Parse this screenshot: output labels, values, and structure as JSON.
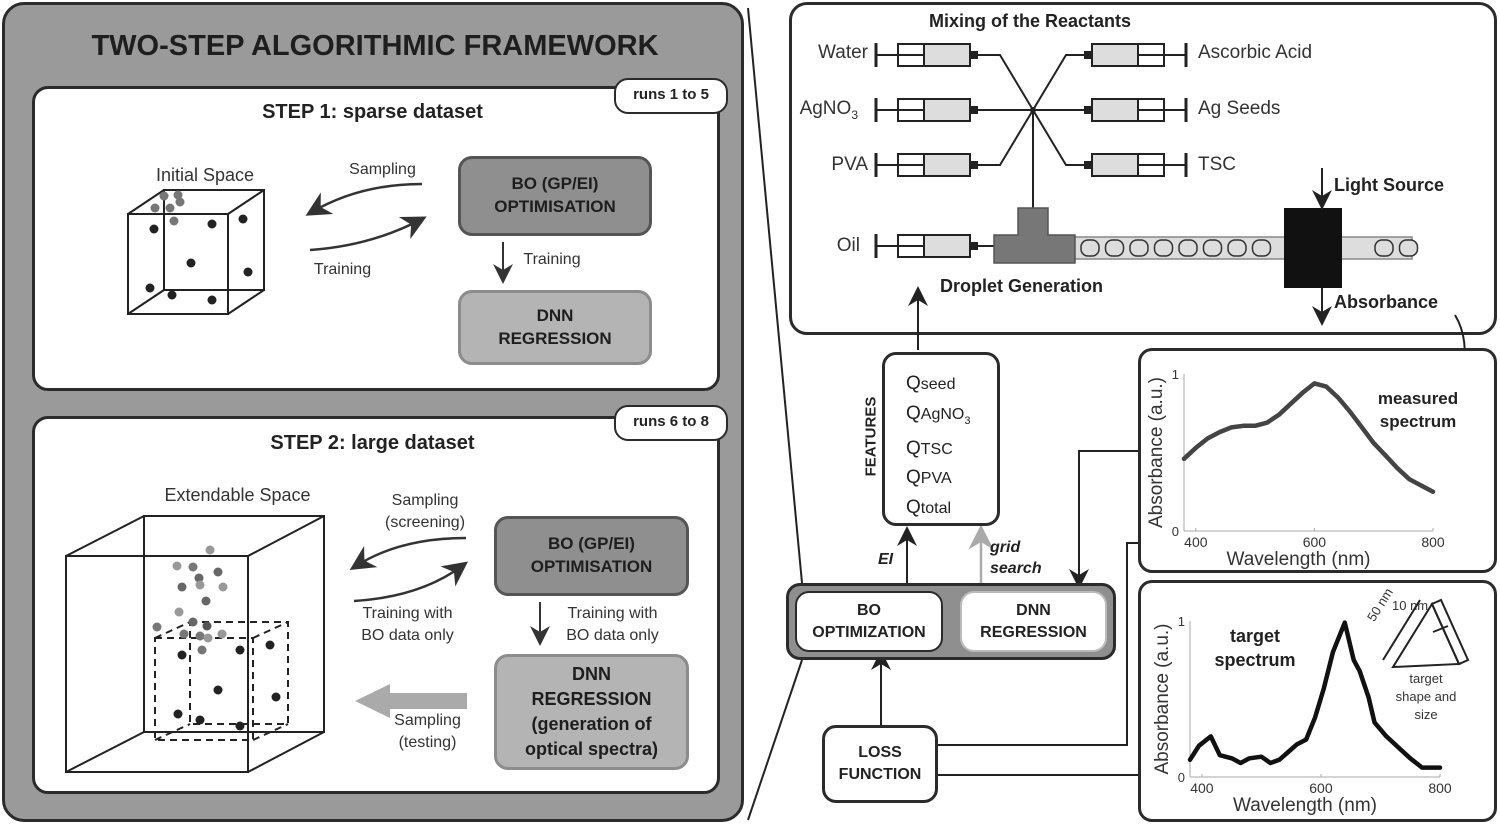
{
  "framework": {
    "title": "TWO-STEP ALGORITHMIC FRAMEWORK",
    "step1": {
      "badge": "runs 1 to 5",
      "title": "STEP 1: sparse dataset",
      "space_label": "Initial Space",
      "sampling_label": "Sampling",
      "training_label": "Training",
      "bo_box": [
        "BO (GP/EI)",
        "OPTIMISATION"
      ],
      "down_label": "Training",
      "dnn_box": [
        "DNN",
        "REGRESSION"
      ]
    },
    "step2": {
      "badge": "runs 6 to 8",
      "title": "STEP 2: large dataset",
      "space_label": "Extendable Space",
      "sampling_label": [
        "Sampling",
        "(screening)"
      ],
      "training_label": [
        "Training with",
        "BO data only"
      ],
      "bo_box": [
        "BO (GP/EI)",
        "OPTIMISATION"
      ],
      "down_label": [
        "Training with",
        "BO data only"
      ],
      "dnn_box": [
        "DNN",
        "REGRESSION",
        "(generation of",
        "optical spectra)"
      ],
      "testing_label": [
        "Sampling",
        "(testing)"
      ]
    }
  },
  "reactor": {
    "title": "Mixing of the Reactants",
    "left_reagents": [
      "Water",
      "AgNO",
      "PVA"
    ],
    "agno3_sub": "3",
    "right_reagents": [
      "Ascorbic Acid",
      "Ag Seeds",
      "TSC"
    ],
    "oil_label": "Oil",
    "droplet_label": "Droplet Generation",
    "light_label": "Light Source",
    "absorbance_label": "Absorbance"
  },
  "features": {
    "axis_label": "FEATURES",
    "items": [
      {
        "q": "Q",
        "sub": "seed"
      },
      {
        "q": "Q",
        "sub": "AgNO",
        "sub2": "3"
      },
      {
        "q": "Q",
        "sub": "TSC"
      },
      {
        "q": "Q",
        "sub": "PVA"
      },
      {
        "q": "Q",
        "sub": "total"
      }
    ],
    "ei_label": "EI",
    "grid_label": [
      "grid",
      "search"
    ]
  },
  "models": {
    "bo": [
      "BO",
      "OPTIMIZATION"
    ],
    "dnn": [
      "DNN",
      "REGRESSION"
    ],
    "loss": [
      "LOSS",
      "FUNCTION"
    ]
  },
  "chart_data": [
    {
      "type": "line",
      "title": "measured spectrum",
      "xlabel": "Wavelength (nm)",
      "ylabel": "Absorbance (a.u.)",
      "xlim": [
        380,
        800
      ],
      "ylim": [
        0,
        1
      ],
      "xticks": [
        "400",
        "600",
        "800"
      ],
      "yticks": [
        "0",
        "1"
      ],
      "x": [
        380,
        400,
        420,
        440,
        460,
        480,
        500,
        520,
        540,
        560,
        580,
        600,
        620,
        640,
        660,
        680,
        700,
        720,
        740,
        760,
        780,
        800
      ],
      "y": [
        0.46,
        0.53,
        0.59,
        0.63,
        0.66,
        0.67,
        0.67,
        0.69,
        0.74,
        0.81,
        0.88,
        0.94,
        0.92,
        0.85,
        0.76,
        0.66,
        0.56,
        0.48,
        0.4,
        0.33,
        0.29,
        0.25
      ]
    },
    {
      "type": "line",
      "title": "target spectrum",
      "xlabel": "Wavelength (nm)",
      "ylabel": "Absorbance (a.u.)",
      "xlim": [
        380,
        800
      ],
      "ylim": [
        0,
        1
      ],
      "xticks": [
        "400",
        "600",
        "800"
      ],
      "yticks": [
        "0",
        "1"
      ],
      "x": [
        380,
        395,
        415,
        430,
        450,
        465,
        480,
        500,
        515,
        530,
        545,
        560,
        575,
        590,
        605,
        620,
        640,
        655,
        665,
        680,
        690,
        710,
        730,
        750,
        770,
        790,
        800
      ],
      "y": [
        0.11,
        0.2,
        0.26,
        0.14,
        0.12,
        0.09,
        0.12,
        0.13,
        0.09,
        0.11,
        0.16,
        0.21,
        0.24,
        0.38,
        0.57,
        0.8,
        0.99,
        0.75,
        0.68,
        0.51,
        0.35,
        0.26,
        0.19,
        0.12,
        0.06,
        0.06,
        0.06
      ]
    }
  ],
  "target_shape": {
    "edge_label": "50 nm",
    "thickness_label": "10 nm",
    "caption": [
      "target",
      "shape and",
      "size"
    ]
  }
}
